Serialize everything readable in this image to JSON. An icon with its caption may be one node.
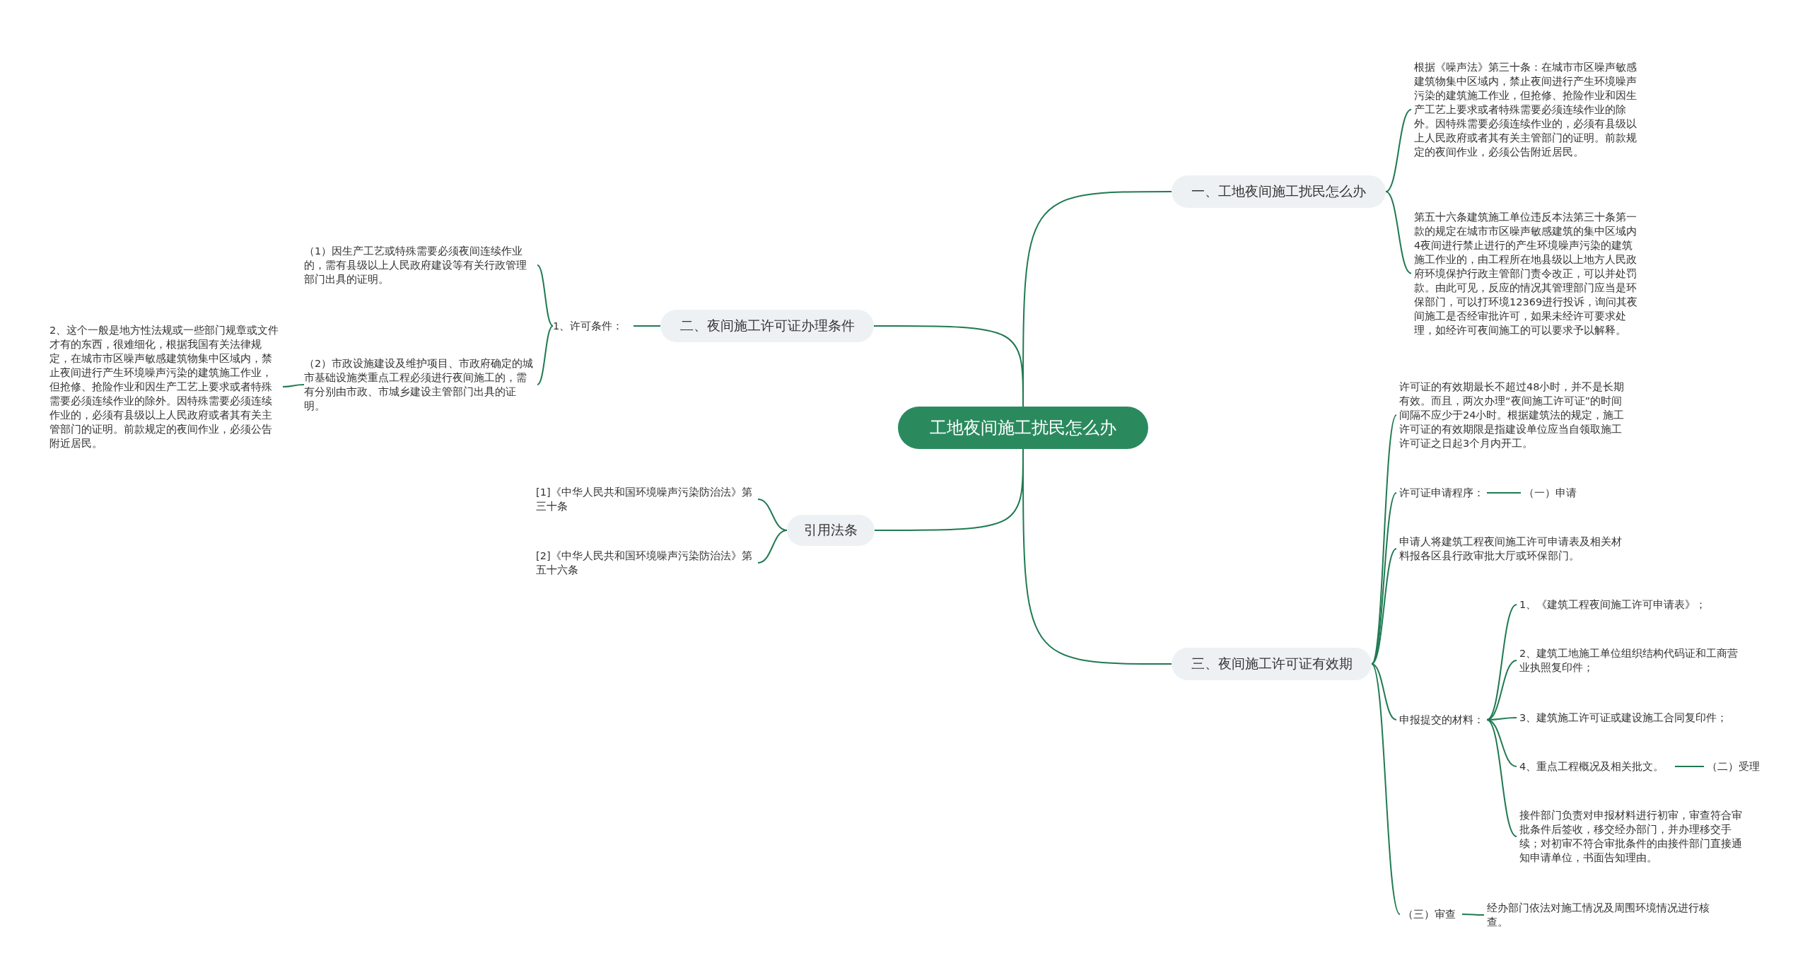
{
  "diagram": {
    "nodes": [
      {
        "text": [
          "工地夜间施工扰民怎么办"
        ]
      },
      {
        "text": [
          "一、工地夜间施工扰民怎么办"
        ]
      },
      {
        "text": [
          "根据《噪声法》第三十条：在城市市区噪声敏感建筑物集中区域内，禁止夜间进行产生环境噪声污染的建筑施工作业，但抢修、抢险作业和因生产工艺上要求或者特殊需要必须连续作业的除外。因特殊需要必须连续作业的，必须有县级以上人民政府或者其有关主管部门的证明。前款规定的夜间作业，必须公告附近居民。"
        ]
      },
      {
        "text": [
          "第五十六条建筑施工单位违反本法第三十条第一款的规定在城市市区噪声敏感建筑的集中区域内4夜间进行禁止进行的产生环境噪声污染的建筑施工作业的，由工程所在地县级以上地方人民政府环境保护行政主管部门责令改正，可以并处罚款。由此可见，反应的情况其管理部门应当是环保部门，可以打环境12369进行投诉，询问其夜间施工是否经审批许可，如果未经许可要求处理，如经许可夜间施工的可以要求予以解释。"
        ]
      },
      {
        "text": [
          "二、夜间施工许可证办理条件"
        ]
      },
      {
        "text": [
          "1、许可条件："
        ]
      },
      {
        "text": [
          "（1）因生产工艺或特殊需要必须夜间连续作业的，需有县级以上人民政府建设等有关行政管理部门出具的证明。"
        ]
      },
      {
        "text": [
          "（2）市政设施建设及维护项目、市政府确定的城市基础设施类重点工程必须进行夜间施工的，需有分别由市政、市城乡建设主管部门出具的证明。"
        ]
      },
      {
        "text": [
          "2、这个一般是地方性法规或一些部门规章或文件才有的东西，很难细化，根据我国有关法律规定，在城市市区噪声敏感建筑物集中区域内，禁止夜间进行产生环境噪声污染的建筑施工作业，但抢修、抢险作业和因生产工艺上要求或者特殊需要必须连续作业的除外。因特殊需要必须连续作业的，必须有县级以上人民政府或者其有关主管部门的证明。前款规定的夜间作业，必须公告附近居民。"
        ]
      },
      {
        "text": [
          "引用法条"
        ]
      },
      {
        "text": [
          "[1]《中华人民共和国环境噪声污染防治法》第三十条"
        ]
      },
      {
        "text": [
          "[2]《中华人民共和国环境噪声污染防治法》第五十六条"
        ]
      },
      {
        "text": [
          "三、夜间施工许可证有效期"
        ]
      },
      {
        "text": [
          "许可证的有效期最长不超过48小时，并不是长期有效。而且，两次办理“夜间施工许可证”的时间间隔不应少于24小时。根据建筑法的规定，施工许可证的有效期限是指建设单位应当自领取施工许可证之日起3个月内开工。"
        ]
      },
      {
        "text": [
          "许可证申请程序："
        ]
      },
      {
        "text": [
          "（一）申请"
        ]
      },
      {
        "text": [
          "申请人将建筑工程夜间施工许可申请表及相关材料报各区县行政审批大厅或环保部门。"
        ]
      },
      {
        "text": [
          "申报提交的材料："
        ]
      },
      {
        "text": [
          "1、《建筑工程夜间施工许可申请表》；"
        ]
      },
      {
        "text": [
          "2、建筑工地施工单位组织结构代码证和工商营业执照复印件；"
        ]
      },
      {
        "text": [
          "3、建筑施工许可证或建设施工合同复印件；"
        ]
      },
      {
        "text": [
          "4、重点工程概况及相关批文。"
        ]
      },
      {
        "text": [
          "（二）受理"
        ]
      },
      {
        "text": [
          "接件部门负责对申报材料进行初审，审查符合审批条件后签收，移交经办部门，并办理移交手续；对初审不符合审批条件的由接件部门直接通知申请单位，书面告知理由。"
        ]
      },
      {
        "text": [
          "（三）审查"
        ]
      },
      {
        "text": [
          "经办部门依法对施工情况及周围环境情况进行核查。"
        ]
      }
    ],
    "edges": [
      {
        "from": 0,
        "to": 1,
        "arrow": "none"
      },
      {
        "from": 1,
        "to": 2,
        "arrow": "none"
      },
      {
        "from": 1,
        "to": 3,
        "arrow": "none"
      },
      {
        "from": 0,
        "to": 4,
        "arrow": "none"
      },
      {
        "from": 4,
        "to": 5,
        "arrow": "none"
      },
      {
        "from": 5,
        "to": 6,
        "arrow": "none"
      },
      {
        "from": 5,
        "to": 7,
        "arrow": "none"
      },
      {
        "from": 7,
        "to": 8,
        "arrow": "none"
      },
      {
        "from": 0,
        "to": 9,
        "arrow": "none"
      },
      {
        "from": 9,
        "to": 10,
        "arrow": "none"
      },
      {
        "from": 9,
        "to": 11,
        "arrow": "none"
      },
      {
        "from": 0,
        "to": 12,
        "arrow": "none"
      },
      {
        "from": 12,
        "to": 13,
        "arrow": "none"
      },
      {
        "from": 12,
        "to": 14,
        "arrow": "none"
      },
      {
        "from": 14,
        "to": 15,
        "arrow": "none"
      },
      {
        "from": 12,
        "to": 16,
        "arrow": "none"
      },
      {
        "from": 12,
        "to": 17,
        "arrow": "none"
      },
      {
        "from": 17,
        "to": 18,
        "arrow": "none"
      },
      {
        "from": 17,
        "to": 19,
        "arrow": "none"
      },
      {
        "from": 17,
        "to": 20,
        "arrow": "none"
      },
      {
        "from": 17,
        "to": 21,
        "arrow": "none"
      },
      {
        "from": 21,
        "to": 22,
        "arrow": "none"
      },
      {
        "from": 17,
        "to": 23,
        "arrow": "none"
      },
      {
        "from": 12,
        "to": 24,
        "arrow": "none"
      },
      {
        "from": 24,
        "to": 25,
        "arrow": "none"
      }
    ]
  }
}
